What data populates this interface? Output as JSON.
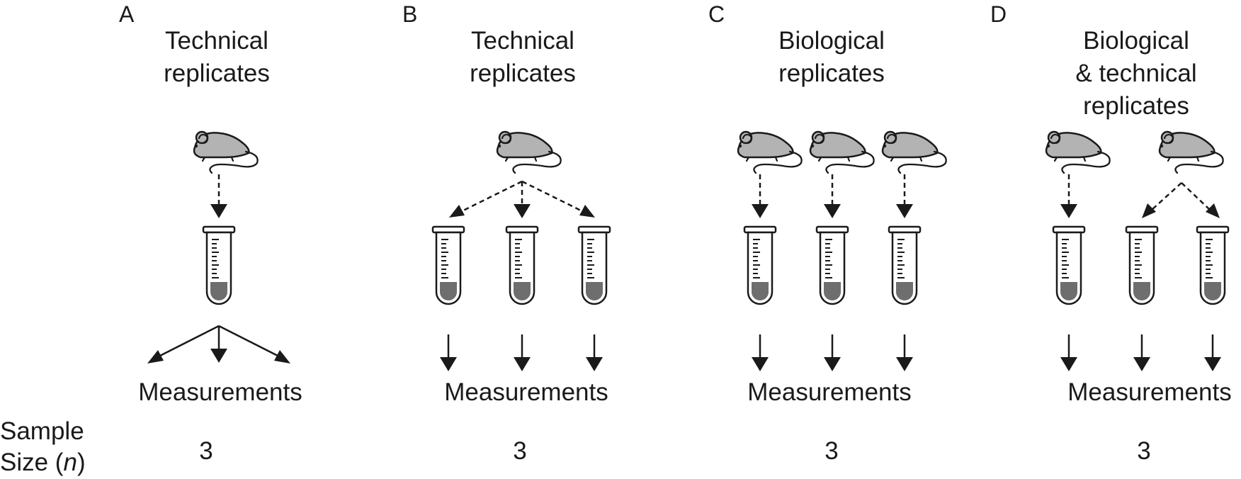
{
  "panels": [
    {
      "letter": "A",
      "title_lines": [
        "Technical",
        "replicates"
      ],
      "measurements": "Measurements",
      "n": "3"
    },
    {
      "letter": "B",
      "title_lines": [
        "Technical",
        "replicates"
      ],
      "measurements": "Measurements",
      "n": "3"
    },
    {
      "letter": "C",
      "title_lines": [
        "Biological",
        "replicates"
      ],
      "measurements": "Measurements",
      "n": "3"
    },
    {
      "letter": "D",
      "title_lines": [
        "Biological",
        "& technical",
        "replicates"
      ],
      "measurements": "Measurements",
      "n": "3"
    }
  ],
  "sample_size": {
    "line1": "Sample",
    "line2_prefix": "Size (",
    "line2_var": "n",
    "line2_suffix": ")"
  },
  "colors": {
    "ink": "#1a1a1a",
    "mouse_fill": "#b3b3b3",
    "liquid": "#6e6e6e"
  },
  "icons": [
    "mouse-icon",
    "test-tube-icon",
    "arrow-icon"
  ]
}
